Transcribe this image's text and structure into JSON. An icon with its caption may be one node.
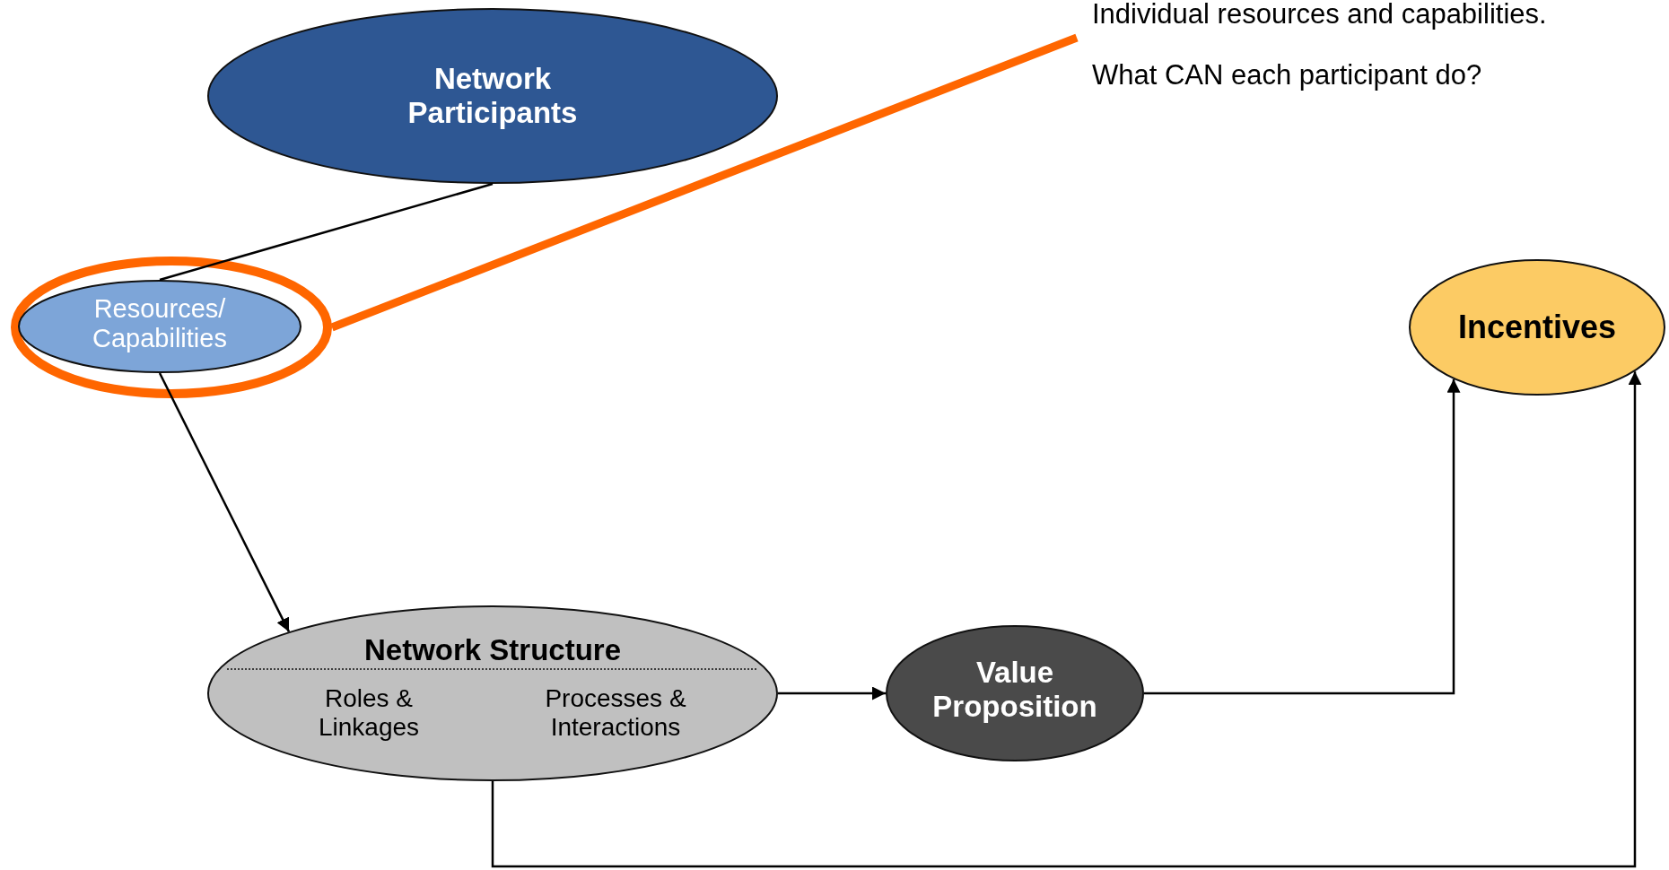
{
  "diagram": {
    "nodes": [
      {
        "text": [
          "Network Participants"
        ]
      },
      {
        "text": [
          "Individual resources and capabilities.",
          "What CAN each participant do?"
        ]
      },
      {
        "text": [],
        "shape": "circle"
      },
      {
        "text": [
          "Resources/ Capabilities"
        ],
        "in": 2
      },
      {
        "text": [
          "Incentives"
        ]
      },
      {
        "text": [
          "Network Structure",
          "Roles & Linkages",
          "Processes & Interactions"
        ]
      },
      {
        "text": [
          "Value Proposition"
        ]
      }
    ],
    "edges": [
      {
        "from": 0,
        "to": 3,
        "arrow": "none"
      },
      {
        "from": 3,
        "to": 5,
        "arrow": "to"
      },
      {
        "from": 5,
        "to": 6,
        "arrow": "to"
      },
      {
        "from": 6,
        "to": 4,
        "arrow": "to"
      },
      {
        "from": 5,
        "to": 4,
        "arrow": "to"
      },
      {
        "from": 1,
        "to": 2,
        "arrow": "none",
        "style": "thick",
        "color": "#ff6600"
      }
    ]
  }
}
